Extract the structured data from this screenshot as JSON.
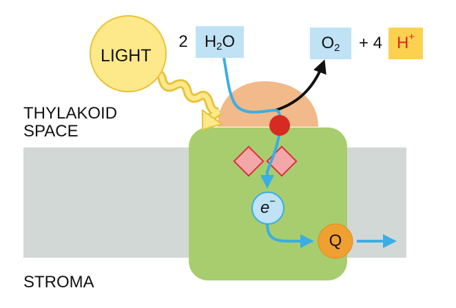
{
  "labels": {
    "light": "LIGHT",
    "thylakoid_line1": "THYLAKOID",
    "thylakoid_line2": "SPACE",
    "stroma": "STROMA"
  },
  "reaction": {
    "water_coeff": "2",
    "water_main": "H",
    "water_sub": "2",
    "water_tail": "O",
    "oxygen_main": "O",
    "oxygen_sub": "2",
    "plus_coeff": "+ 4",
    "proton_main": "H",
    "proton_sup": "+"
  },
  "particles": {
    "electron_main": "e",
    "electron_sup": "−",
    "quinone": "Q"
  },
  "colors": {
    "light_fill": "#fde98a",
    "light_stroke": "#e8c23a",
    "membrane": "#d2d8d6",
    "complex": "#a8cd6e",
    "cap": "#f2b98a",
    "mn_center": "#d72a23",
    "pigment": "#f4a7a8",
    "pigment_edge": "#d8323a",
    "electron_path": "#3aaee4",
    "label_box": "#bfe2f4",
    "proton_box": "#fbd14f",
    "proton_text": "#e2231a",
    "quinone": "#f0a030"
  }
}
